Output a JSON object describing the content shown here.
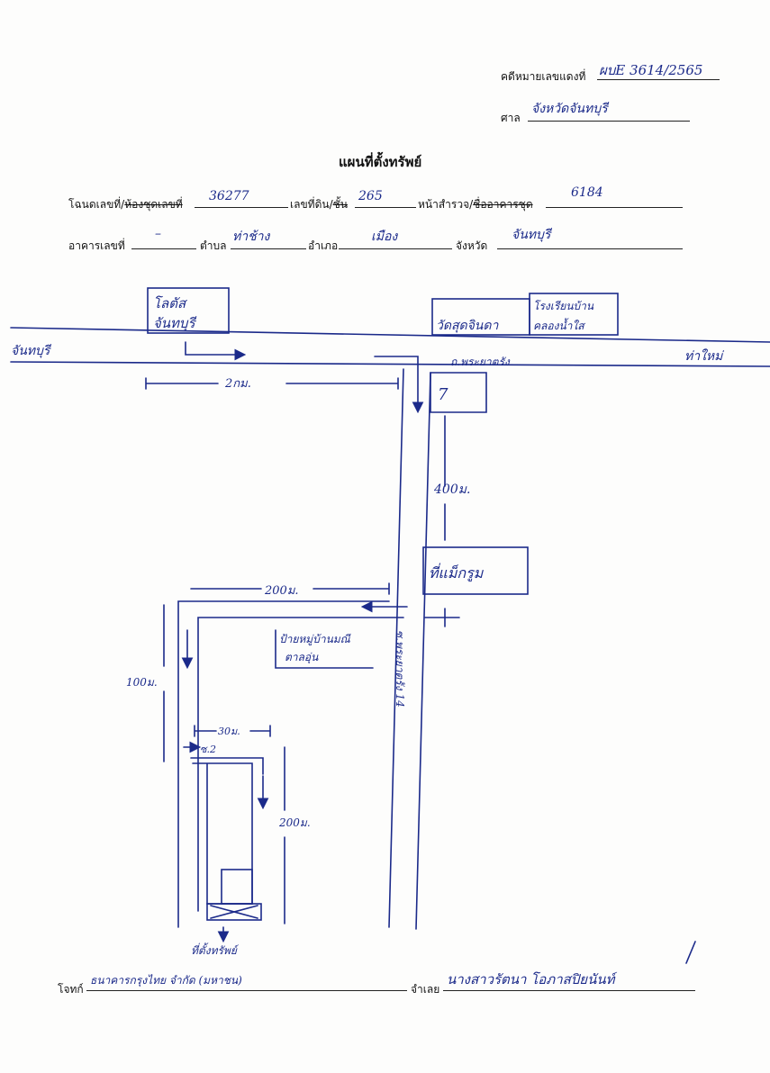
{
  "header": {
    "case_label": "คดีหมายเลขแดงที่",
    "case_value": "ผบE 3614/2565",
    "court_label": "ศาล",
    "court_value": "จังหวัดจันทบุรี"
  },
  "title": "แผนที่ตั้งทรัพย์",
  "fields": {
    "deed_label_prefix": "โฉนดเลขที่/",
    "deed_label_struck": "ห้องชุดเลขที่",
    "deed_value": "36277",
    "land_no_label_prefix": "เลขที่ดิน/",
    "land_no_label_struck": "ชั้น",
    "land_no_value": "265",
    "survey_label_prefix": "หน้าสำรวจ/",
    "survey_label_struck": "ชื่ออาคารชุด",
    "survey_value": "6184",
    "building_label": "อาคารเลขที่",
    "building_value": "–",
    "tambon_label": "ตำบล",
    "tambon_value": "ท่าช้าง",
    "amphoe_label": "อำเภอ",
    "amphoe_value": "เมือง",
    "province_label": "จังหวัด",
    "province_value": "จันทบุรี"
  },
  "map": {
    "hotel_line1": "โลตัส",
    "hotel_line2": "จันทบุรี",
    "temple": "วัดสุดจินดา",
    "school_line1": "โรงเรียนบ้าน",
    "school_line2": "คลองน้ำใส",
    "road_left": "จันทบุรี",
    "road_right": "ท่าใหม่",
    "road_name": "ถ.พระยาตรัง",
    "dist_2km": "2กม.",
    "seven": "7",
    "dist_400": "400ม.",
    "market": "ที่แม็กรูม",
    "dist_200_top": "200ม.",
    "sign_line1": "ป้ายหมู่บ้านมณี",
    "sign_line2": "ตาลอุ่น",
    "dist_100": "100ม.",
    "soi_14": "ซ.พระยาตรัง 14",
    "dist_30": "30ม.",
    "soi_2": "ซ.2",
    "dist_200_right": "200ม.",
    "property_label": "ที่ตั้งทรัพย์"
  },
  "footer": {
    "plaintiff_label": "โจทก์",
    "plaintiff_value": "ธนาคารกรุงไทย จำกัด (มหาชน)",
    "defendant_label": "จำเลย",
    "defendant_value": "นางสาวรัตนา โอภาสปิยนันท์"
  }
}
